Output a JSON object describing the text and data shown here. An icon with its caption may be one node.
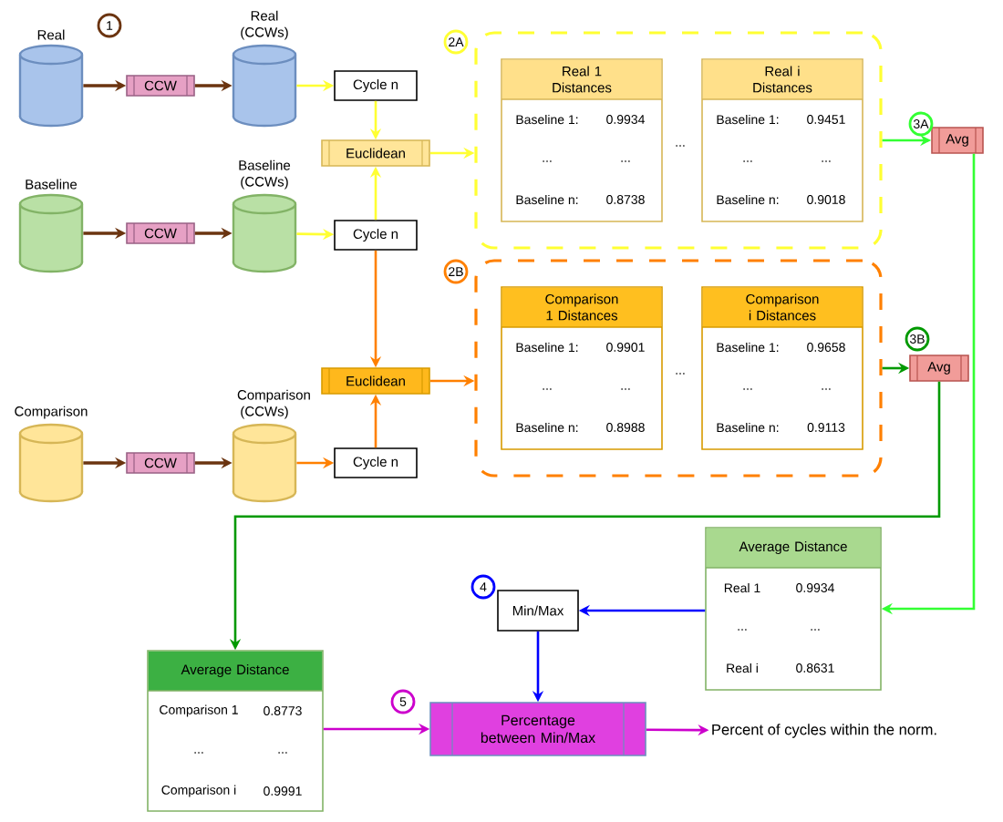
{
  "diagram": {
    "nodes": [
      {
        "text": [],
        "shape": "cylinder",
        "beside": [
          "Real"
        ]
      },
      {
        "text": [
          "CCW"
        ]
      },
      {
        "text": [],
        "shape": "cylinder",
        "beside": [
          "Real (CCWs)"
        ]
      },
      {
        "text": [
          "Cycle n"
        ]
      },
      {
        "text": [],
        "shape": "cylinder",
        "beside": [
          "Baseline"
        ]
      },
      {
        "text": [
          "CCW"
        ]
      },
      {
        "text": [],
        "shape": "cylinder",
        "beside": [
          "Baseline (CCWs)"
        ]
      },
      {
        "text": [
          "Cycle n"
        ]
      },
      {
        "text": [
          "Euclidean"
        ]
      },
      {
        "text": [],
        "shape": "box"
      },
      {
        "text": [
          "Real 1 Distances",
          "Baseline 1:",
          "0.9934",
          "...",
          "...",
          "Baseline n:",
          "0.8738"
        ],
        "in": 9
      },
      {
        "text": [
          "Real i Distances",
          "Baseline 1:",
          "0.9451",
          "...",
          "...",
          "Baseline n:",
          "0.9018"
        ],
        "in": 9
      },
      {
        "text": [],
        "shape": "cylinder",
        "beside": [
          "Comparison"
        ]
      },
      {
        "text": [
          "CCW"
        ]
      },
      {
        "text": [],
        "shape": "cylinder",
        "beside": [
          "Comparison (CCWs)"
        ]
      },
      {
        "text": [
          "Cycle n"
        ]
      },
      {
        "text": [
          "Euclidean"
        ]
      },
      {
        "text": [],
        "shape": "box"
      },
      {
        "text": [
          "Comparison 1 Distances",
          "Baseline 1:",
          "0.9901",
          "...",
          "...",
          "Baseline n:",
          "0.8988"
        ],
        "in": 17
      },
      {
        "text": [
          "Comparison i Distances",
          "Baseline 1:",
          "0.9658",
          "...",
          "...",
          "Baseline n:",
          "0.9113"
        ],
        "in": 17
      },
      {
        "text": [
          "Avg"
        ]
      },
      {
        "text": [
          "Avg"
        ]
      },
      {
        "text": [
          "Average Distance",
          "Real 1",
          "0.9934",
          "...",
          "...",
          "Real i",
          "0.8631"
        ]
      },
      {
        "text": [
          "Min/Max"
        ]
      },
      {
        "text": [
          "Average Distance",
          "Comparison 1",
          "0.8773",
          "...",
          "...",
          "Comparison i",
          "0.9991"
        ]
      },
      {
        "text": [
          "Percentage between Min/Max"
        ]
      },
      {
        "text": [
          "Percent of cycles within the norm."
        ]
      }
    ],
    "edges": [
      {
        "from": 0,
        "to": 1,
        "arrow": "to"
      },
      {
        "from": 1,
        "to": 2,
        "arrow": "to"
      },
      {
        "from": 2,
        "to": 3,
        "arrow": "to",
        "color": "#ffff33"
      },
      {
        "from": 3,
        "to": 8,
        "arrow": "to",
        "color": "#ffff33"
      },
      {
        "from": 4,
        "to": 5,
        "arrow": "to"
      },
      {
        "from": 5,
        "to": 6,
        "arrow": "to"
      },
      {
        "from": 6,
        "to": 7,
        "arrow": "to",
        "color": "#ffff33"
      },
      {
        "from": 7,
        "to": 8,
        "arrow": "to",
        "color": "#ffff33"
      },
      {
        "from": 8,
        "to": 9,
        "arrow": "to",
        "color": "#ffff33"
      },
      {
        "from": 7,
        "to": 16,
        "arrow": "to",
        "color": "#ff8000"
      },
      {
        "from": 12,
        "to": 13,
        "arrow": "to"
      },
      {
        "from": 13,
        "to": 14,
        "arrow": "to"
      },
      {
        "from": 14,
        "to": 15,
        "arrow": "to",
        "color": "#ff8000"
      },
      {
        "from": 15,
        "to": 16,
        "arrow": "to",
        "color": "#ff8000"
      },
      {
        "from": 16,
        "to": 17,
        "arrow": "to",
        "color": "#ff8000"
      },
      {
        "from": 9,
        "to": 20,
        "arrow": "to",
        "color": "#33ff33"
      },
      {
        "from": 20,
        "to": 22,
        "arrow": "to",
        "color": "#33ff33"
      },
      {
        "from": 17,
        "to": 21,
        "arrow": "to",
        "color": "#009900"
      },
      {
        "from": 21,
        "to": 24,
        "arrow": "to",
        "color": "#009900"
      },
      {
        "from": 22,
        "to": 23,
        "arrow": "to",
        "color": "#0000ff"
      },
      {
        "from": 23,
        "to": 25,
        "arrow": "to",
        "color": "#0000ff"
      },
      {
        "from": 24,
        "to": 25,
        "arrow": "to",
        "color": "#cc00cc"
      },
      {
        "from": 25,
        "to": 26,
        "arrow": "to",
        "color": "#cc00cc"
      }
    ],
    "labels": [
      "1",
      "2A",
      "...",
      "3A",
      "2B",
      "...",
      "3B",
      "4",
      "5"
    ]
  }
}
